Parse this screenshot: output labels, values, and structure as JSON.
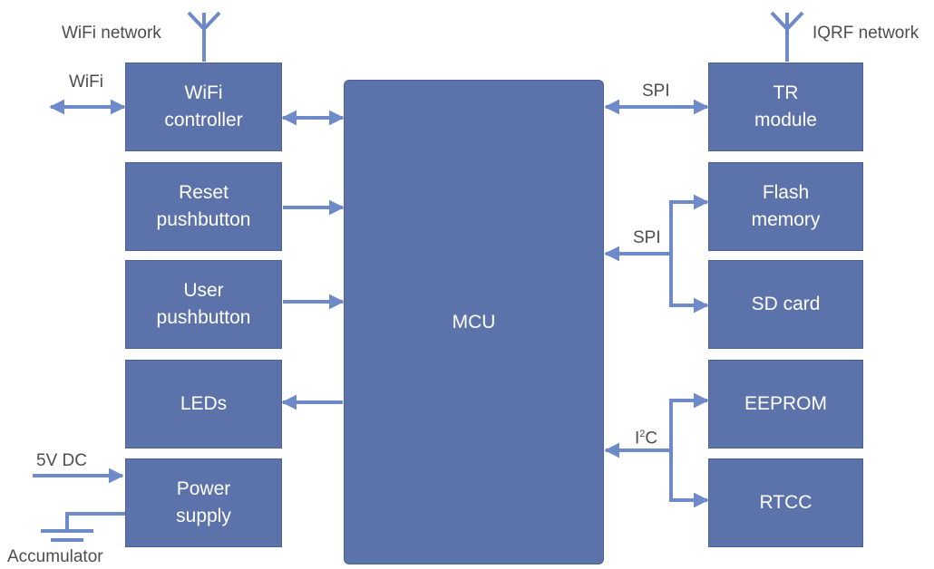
{
  "blocks": {
    "wifi_controller": [
      "WiFi",
      "controller"
    ],
    "reset_pushbutton": [
      "Reset",
      "pushbutton"
    ],
    "user_pushbutton": [
      "User",
      "pushbutton"
    ],
    "leds": "LEDs",
    "power_supply": [
      "Power",
      "supply"
    ],
    "mcu": "MCU",
    "tr_module": [
      "TR",
      "module"
    ],
    "flash_memory": [
      "Flash",
      "memory"
    ],
    "sd_card": "SD card",
    "eeprom": "EEPROM",
    "rtcc": "RTCC"
  },
  "labels": {
    "wifi_network": "WiFi network",
    "iqrf_network": "IQRF network",
    "wifi": "WiFi",
    "spi_tr": "SPI",
    "spi_mem": "SPI",
    "i2c_prefix": "I",
    "i2c_sup": "2",
    "i2c_suffix": "C",
    "dc_input": "5V DC",
    "accumulator": "Accumulator"
  },
  "colors": {
    "block_fill": "#5b72aa",
    "connector": "#6f8ac9",
    "text_label": "#4d4d4d"
  }
}
